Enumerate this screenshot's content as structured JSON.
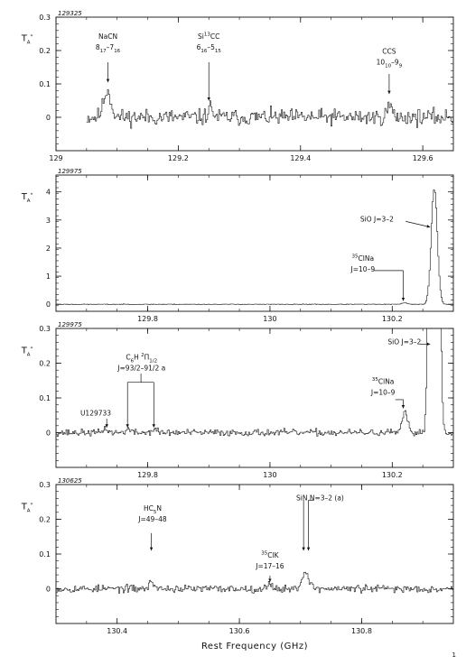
{
  "page_number": "1",
  "chart_data": [
    {
      "type": "line",
      "panel_id": "129325",
      "ylabel": "T<sub>A</sub><sup>*</sup>",
      "xlabel": "",
      "xlim": [
        129.0,
        129.65
      ],
      "ylim": [
        -0.1,
        0.3
      ],
      "xticks": [
        129.0,
        129.2,
        129.4,
        129.6
      ],
      "xtick_labels": [
        "129",
        "129.2",
        "129.4",
        "129.6"
      ],
      "yticks": [
        0,
        0.1,
        0.2,
        0.3
      ],
      "ytick_labels": [
        "0",
        "0.1",
        "0.2",
        "0.3"
      ],
      "spectrum": {
        "x_start": 129.05,
        "x_end": 129.65,
        "noise": 0.02,
        "seed": 11,
        "lines": [
          {
            "center": 129.083,
            "amp": 0.08,
            "width": 0.006
          },
          {
            "center": 129.252,
            "amp": 0.03,
            "width": 0.004
          },
          {
            "center": 129.545,
            "amp": 0.035,
            "width": 0.004
          }
        ]
      },
      "annotations": [
        {
          "lines": [
            "NaCN",
            "8<sub>17</sub>–7<sub>16</sub>"
          ],
          "text_x": 129.085,
          "text_y": 0.235,
          "arrows": [
            {
              "x0": 129.085,
              "y0": 0.165,
              "x1": 129.085,
              "y1": 0.105
            }
          ]
        },
        {
          "lines": [
            "Si<sup>13</sup>CC",
            "6<sub>16</sub>–5<sub>15</sub>"
          ],
          "text_x": 129.25,
          "text_y": 0.235,
          "arrows": [
            {
              "x0": 129.25,
              "y0": 0.165,
              "x1": 129.25,
              "y1": 0.05
            }
          ]
        },
        {
          "lines": [
            "CCS",
            "10<sub>10</sub>–9<sub>9</sub>"
          ],
          "text_x": 129.545,
          "text_y": 0.19,
          "arrows": [
            {
              "x0": 129.545,
              "y0": 0.13,
              "x1": 129.545,
              "y1": 0.07
            }
          ]
        }
      ]
    },
    {
      "type": "line",
      "panel_id": "129975",
      "ylabel": "T<sub>A</sub><sup>*</sup>",
      "xlabel": "",
      "xlim": [
        129.65,
        130.3
      ],
      "ylim": [
        -0.25,
        4.6
      ],
      "xticks": [
        129.8,
        130.0,
        130.2
      ],
      "xtick_labels": [
        "129.8",
        "130",
        "130.2"
      ],
      "yticks": [
        0,
        1,
        2,
        3,
        4
      ],
      "ytick_labels": [
        "0",
        "1",
        "2",
        "3",
        "4"
      ],
      "spectrum": {
        "x_start": 129.65,
        "x_end": 130.3,
        "noise": 0.008,
        "seed": 23,
        "lines": [
          {
            "center": 130.22,
            "amp": 0.06,
            "width": 0.004
          },
          {
            "center": 130.268,
            "amp": 4.1,
            "width": 0.005
          }
        ]
      },
      "annotations": [
        {
          "lines": [
            "SiO J=3–2"
          ],
          "text_x": 130.175,
          "text_y": 2.95,
          "anchor": "middle",
          "arrows": [
            {
              "x0": 130.222,
              "y0": 2.95,
              "x1": 130.262,
              "y1": 2.75
            }
          ]
        },
        {
          "lines": [
            "<sup>35</sup>ClNa",
            "J=10–9"
          ],
          "text_x": 130.152,
          "text_y": 1.55,
          "arrows": [
            {
              "x0": 130.17,
              "y0": 1.2,
              "x1": 130.218,
              "y1": 1.2
            },
            {
              "x0": 130.218,
              "y0": 1.2,
              "x1": 130.218,
              "y1": 0.12
            }
          ]
        }
      ]
    },
    {
      "type": "line",
      "panel_id": "129975",
      "ylabel": "T<sub>A</sub><sup>*</sup>",
      "xlabel": "",
      "xlim": [
        129.65,
        130.3
      ],
      "ylim": [
        -0.1,
        0.3
      ],
      "xticks": [
        129.8,
        130.0,
        130.2
      ],
      "xtick_labels": [
        "129.8",
        "130",
        "130.2"
      ],
      "yticks": [
        0,
        0.1,
        0.2,
        0.3
      ],
      "ytick_labels": [
        "0",
        "0.1",
        "0.2",
        "0.3"
      ],
      "spectrum": {
        "x_start": 129.65,
        "x_end": 130.3,
        "noise": 0.008,
        "seed": 37,
        "lines": [
          {
            "center": 129.73,
            "amp": 0.012,
            "width": 0.004
          },
          {
            "center": 129.767,
            "amp": 0.01,
            "width": 0.004
          },
          {
            "center": 129.81,
            "amp": 0.01,
            "width": 0.004
          },
          {
            "center": 130.22,
            "amp": 0.06,
            "width": 0.004
          },
          {
            "center": 130.268,
            "amp": 4.1,
            "width": 0.005
          }
        ]
      },
      "annotations": [
        {
          "lines": [
            "SiO J=3–2"
          ],
          "text_x": 130.22,
          "text_y": 0.255,
          "anchor": "middle",
          "arrows": [
            {
              "x0": 130.245,
              "y0": 0.255,
              "x1": 130.262,
              "y1": 0.255
            }
          ]
        },
        {
          "lines": [
            "<sup>35</sup>ClNa",
            "J=10–9"
          ],
          "text_x": 130.185,
          "text_y": 0.14,
          "arrows": [
            {
              "x0": 130.205,
              "y0": 0.095,
              "x1": 130.218,
              "y1": 0.095
            },
            {
              "x0": 130.218,
              "y0": 0.095,
              "x1": 130.218,
              "y1": 0.07
            }
          ]
        },
        {
          "lines": [
            "U129733"
          ],
          "text_x": 129.715,
          "text_y": 0.05,
          "arrows": [
            {
              "x0": 129.733,
              "y0": 0.04,
              "x1": 129.733,
              "y1": 0.015
            }
          ]
        },
        {
          "lines": [
            "C<sub>6</sub>H <sup>2</sup>Π<sub>1/2</sub>",
            "J=93/2–91/2 a"
          ],
          "text_x": 129.79,
          "text_y": 0.21,
          "arrows": [
            {
              "x0": 129.789,
              "y0": 0.17,
              "x1": 129.789,
              "y1": 0.145
            },
            {
              "x0": 129.767,
              "y0": 0.145,
              "x1": 129.81,
              "y1": 0.145
            },
            {
              "x0": 129.767,
              "y0": 0.145,
              "x1": 129.767,
              "y1": 0.015
            },
            {
              "x0": 129.81,
              "y0": 0.145,
              "x1": 129.81,
              "y1": 0.015
            }
          ]
        }
      ]
    },
    {
      "type": "line",
      "panel_id": "130625",
      "ylabel": "T<sub>A</sub><sup>*</sup>",
      "xlabel": "Rest Frequency (GHz)",
      "xlim": [
        130.3,
        130.95
      ],
      "ylim": [
        -0.1,
        0.3
      ],
      "xticks": [
        130.4,
        130.6,
        130.8
      ],
      "xtick_labels": [
        "130.4",
        "130.6",
        "130.8"
      ],
      "yticks": [
        0,
        0.1,
        0.2,
        0.3
      ],
      "ytick_labels": [
        "0",
        "0.1",
        "0.2",
        "0.3"
      ],
      "spectrum": {
        "x_start": 130.3,
        "x_end": 130.95,
        "noise": 0.009,
        "seed": 53,
        "lines": [
          {
            "center": 130.456,
            "amp": 0.02,
            "width": 0.004
          },
          {
            "center": 130.65,
            "amp": 0.015,
            "width": 0.004
          },
          {
            "center": 130.705,
            "amp": 0.03,
            "width": 0.005
          },
          {
            "center": 130.71,
            "amp": 0.025,
            "width": 0.005
          }
        ]
      },
      "annotations": [
        {
          "lines": [
            "HC<sub>5</sub>N",
            "J=49–48"
          ],
          "text_x": 130.458,
          "text_y": 0.225,
          "arrows": [
            {
              "x0": 130.456,
              "y0": 0.16,
              "x1": 130.456,
              "y1": 0.11
            }
          ]
        },
        {
          "lines": [
            "<sup>35</sup>ClK",
            "J=17–16"
          ],
          "text_x": 130.65,
          "text_y": 0.09,
          "arrows": [
            {
              "x0": 130.65,
              "y0": 0.038,
              "x1": 130.65,
              "y1": 0.02
            }
          ]
        },
        {
          "lines": [
            "SiN N=3–2 (a)"
          ],
          "text_x": 130.732,
          "text_y": 0.255,
          "arrows": [
            {
              "x0": 130.722,
              "y0": 0.255,
              "x1": 130.713,
              "y1": 0.255
            },
            {
              "x0": 130.713,
              "y0": 0.255,
              "x1": 130.713,
              "y1": 0.11
            },
            {
              "x0": 130.705,
              "y0": 0.255,
              "x1": 130.705,
              "y1": 0.11
            }
          ]
        }
      ]
    }
  ]
}
